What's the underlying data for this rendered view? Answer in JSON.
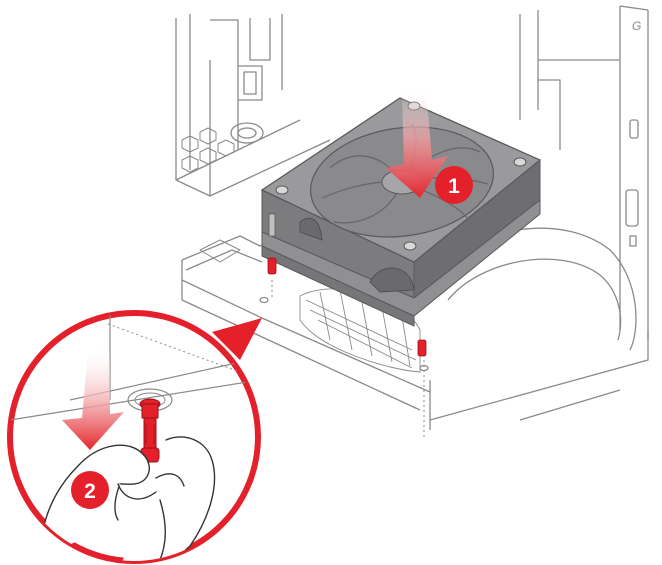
{
  "steps": [
    {
      "number": "1",
      "action": "lower-fan-into-chassis"
    },
    {
      "number": "2",
      "action": "pull-rubber-mount-through-hole"
    }
  ],
  "colors": {
    "accent_red": "#e4202a",
    "arrow_red": "#e3262d",
    "fan_gray": "#8e8e90",
    "fan_light": "#a3a3a5",
    "line_gray": "#8a8a8a",
    "skin_fill": "#ffffff"
  },
  "icons": [
    "down-arrow-icon",
    "step-badge-icon",
    "magnifier-callout-icon",
    "hand-icon",
    "fan-icon"
  ]
}
